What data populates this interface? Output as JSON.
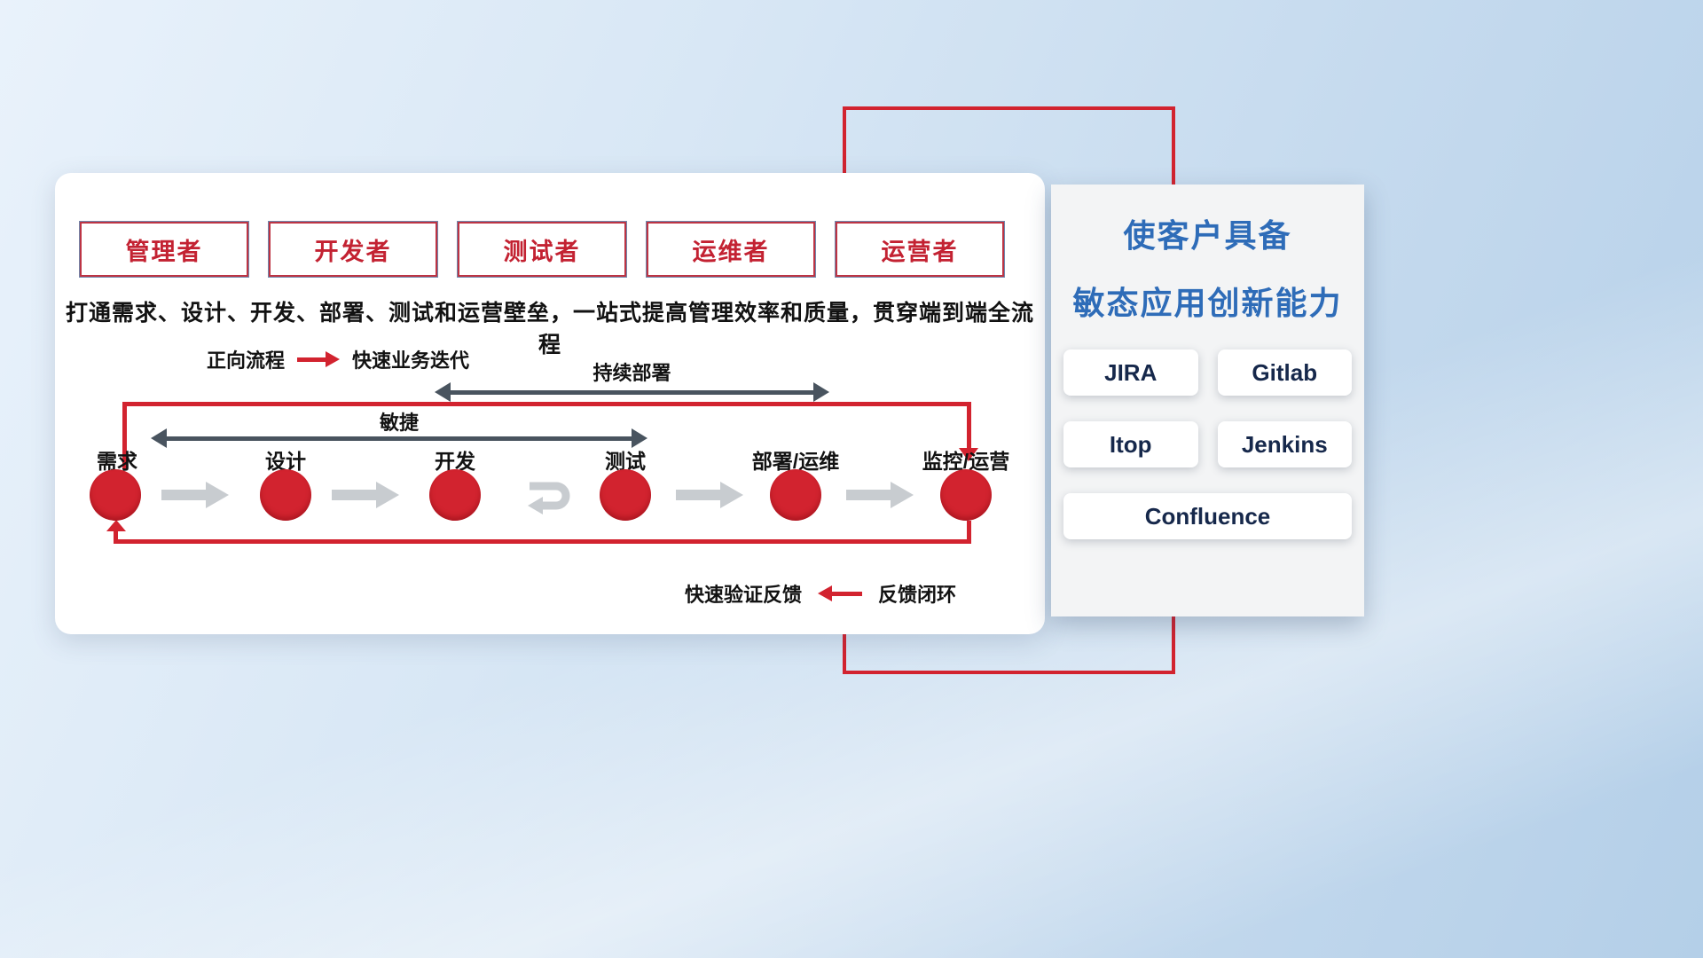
{
  "roles": [
    {
      "label": "管理者"
    },
    {
      "label": "开发者"
    },
    {
      "label": "测试者"
    },
    {
      "label": "运维者"
    },
    {
      "label": "运营者"
    }
  ],
  "headline": "打通需求、设计、开发、部署、测试和运营壁垒，一站式提高管理效率和质量，贯穿端到端全流程",
  "legend": {
    "forward_label": "正向流程",
    "forward_caption": "快速业务迭代"
  },
  "spans": {
    "continuous_deployment": "持续部署",
    "agile": "敏捷"
  },
  "nodes": [
    {
      "label": "需求"
    },
    {
      "label": "设计"
    },
    {
      "label": "开发"
    },
    {
      "label": "测试"
    },
    {
      "label": "部署/运维"
    },
    {
      "label": "监控/运营"
    }
  ],
  "feedback": {
    "caption": "快速验证反馈",
    "label": "反馈闭环"
  },
  "panel": {
    "title_line1": "使客户具备",
    "title_line2": "敏态应用创新能力",
    "tools": [
      {
        "name": "JIRA"
      },
      {
        "name": "Gitlab"
      },
      {
        "name": "Itop"
      },
      {
        "name": "Jenkins"
      },
      {
        "name": "Confluence"
      }
    ]
  },
  "colors": {
    "accent_red": "#d2232f",
    "title_blue": "#2e6cb8",
    "tool_navy": "#16284b"
  }
}
